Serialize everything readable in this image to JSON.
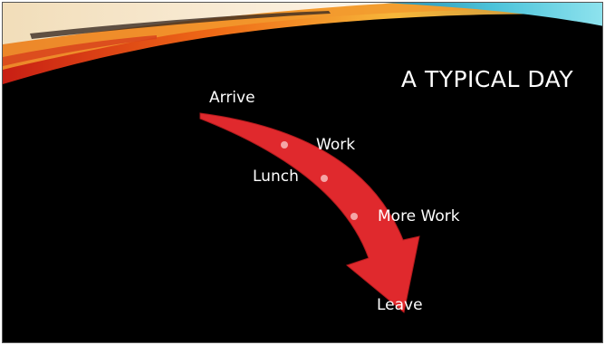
{
  "slide": {
    "title": "A TYPICAL DAY"
  },
  "diagram": {
    "start_label": "Arrive",
    "steps": [
      {
        "label": "Work"
      },
      {
        "label": "Lunch"
      },
      {
        "label": "More Work"
      }
    ],
    "end_label": "Leave",
    "arrow_color": "#e0292d",
    "dot_color": "#f4a6a6",
    "background_color": "#000000"
  }
}
